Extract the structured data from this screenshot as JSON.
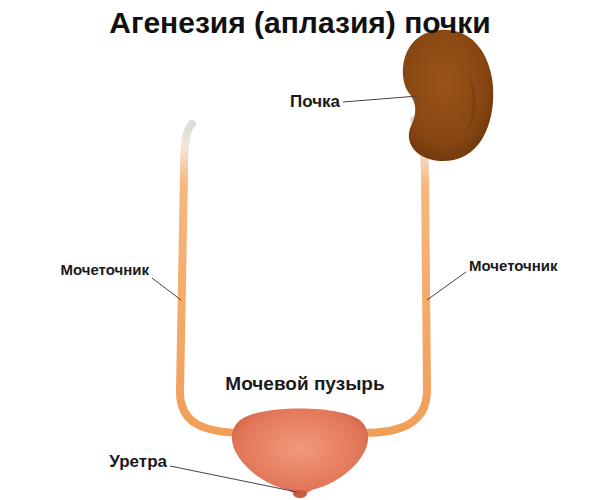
{
  "diagram": {
    "title": "Агенезия (аплазия) почки",
    "labels": [
      "Почка",
      "Мочеточник",
      "Мочеточник",
      "Мочевой пузырь",
      "Уретра"
    ]
  }
}
